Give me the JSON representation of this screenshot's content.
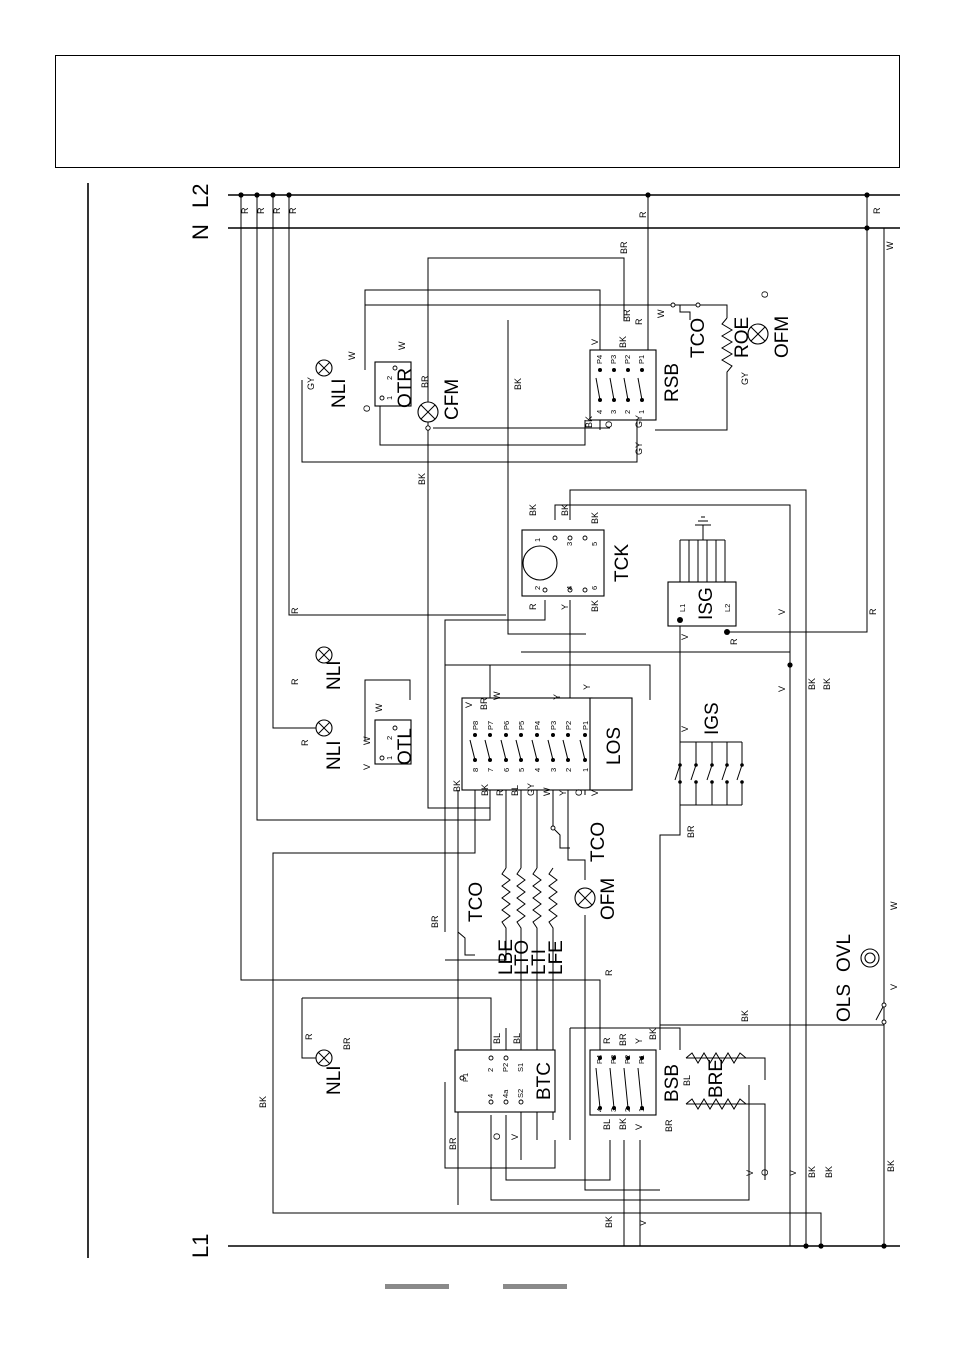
{
  "title_box": {
    "text": ""
  },
  "bus": {
    "n": "N",
    "l2": "L2",
    "l1": "L1"
  },
  "components": {
    "nli": "NLI",
    "otr": "OTR",
    "cfm": "CFM",
    "rsb": "RSB",
    "tco": "TCO",
    "roe": "ROE",
    "ofm": "OFM",
    "tck": "TCK",
    "isg": "ISG",
    "otl": "OTL",
    "los": "LOS",
    "igs": "IGS",
    "lbe": "LBE",
    "lto": "LTO",
    "lti": "LTI",
    "lfe": "LFE",
    "ovl": "OVL",
    "ols": "OLS",
    "btc": "BTC",
    "bsb": "BSB",
    "bre": "BRE"
  },
  "wire_colors": {
    "r": "R",
    "w": "W",
    "br": "BR",
    "bk": "BK",
    "v": "V",
    "o": "O",
    "gy": "GY",
    "y": "Y",
    "bl": "BL"
  },
  "pins": {
    "p1": "P1",
    "p2": "P2",
    "p3": "P3",
    "p4": "P4",
    "p5": "P5",
    "p6": "P6",
    "p7": "P7",
    "p8": "P8",
    "n1": "1",
    "n2": "2",
    "n3": "3",
    "n4": "4",
    "n5": "5",
    "n6": "6",
    "n7": "7",
    "n8": "8",
    "n4a": "4a",
    "s1": "S1",
    "s2": "S2",
    "isg_l1": "L1",
    "isg_l2": "L2"
  },
  "colors": {
    "line": "#000000",
    "footer_bar": "#8a8a8a"
  }
}
